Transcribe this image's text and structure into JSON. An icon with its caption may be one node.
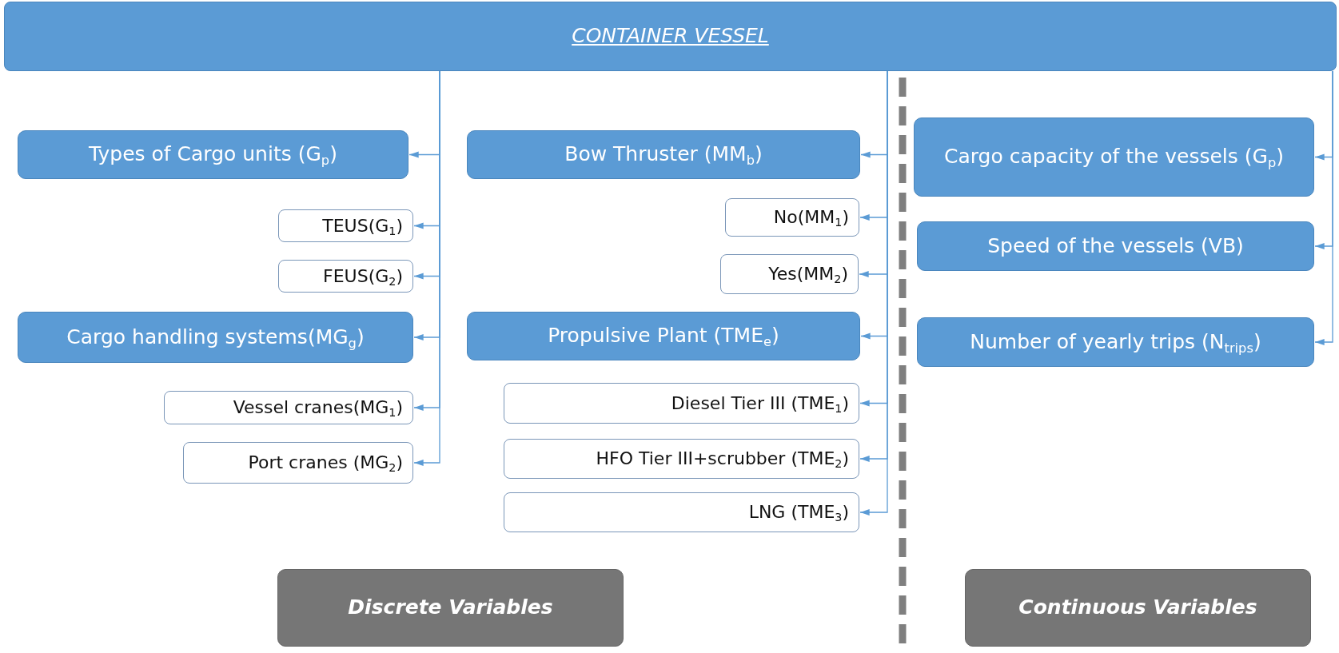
{
  "diagram": {
    "nodes": [
      {
        "text": [
          "CONTAINER VESSEL"
        ]
      },
      {
        "text": [
          "Types of Cargo units (G$_{p}$)"
        ]
      },
      {
        "text": [
          "TEUS(G$_{1}$)"
        ]
      },
      {
        "text": [
          "FEUS(G$_{2}$)"
        ]
      },
      {
        "text": [
          "Cargo handling systems(MG$_{g}$)"
        ]
      },
      {
        "text": [
          "Vessel cranes(MG$_{1}$)"
        ]
      },
      {
        "text": [
          "Port cranes (MG$_{2}$)"
        ]
      },
      {
        "text": [
          "Bow Thruster (MM$_{b}$)"
        ]
      },
      {
        "text": [
          "No(MM$_{1}$)"
        ]
      },
      {
        "text": [
          "Yes(MM$_{2}$)"
        ]
      },
      {
        "text": [
          "Propulsive Plant (TME$_{e}$)"
        ]
      },
      {
        "text": [
          "Diesel Tier III (TME$_{1}$)"
        ]
      },
      {
        "text": [
          "HFO Tier III+scrubber (TME$_{2}$)"
        ]
      },
      {
        "text": [
          "LNG (TME$_{3}$)"
        ]
      },
      {
        "text": [
          "Cargo capacity of the vessels (G$_{p}$)"
        ]
      },
      {
        "text": [
          "Speed of the vessels (VB)"
        ]
      },
      {
        "text": [
          "Number of yearly trips (N$_{trips}$)"
        ]
      },
      {
        "text": [
          "Discrete Variables"
        ]
      },
      {
        "text": [
          "Continuous Variables"
        ]
      }
    ],
    "edges": [
      {
        "from": 0,
        "to": 1,
        "arrow": "to"
      },
      {
        "from": 0,
        "to": 2,
        "arrow": "to"
      },
      {
        "from": 0,
        "to": 3,
        "arrow": "to"
      },
      {
        "from": 0,
        "to": 4,
        "arrow": "to"
      },
      {
        "from": 0,
        "to": 5,
        "arrow": "to"
      },
      {
        "from": 0,
        "to": 6,
        "arrow": "to"
      },
      {
        "from": 0,
        "to": 7,
        "arrow": "to"
      },
      {
        "from": 0,
        "to": 8,
        "arrow": "to"
      },
      {
        "from": 0,
        "to": 9,
        "arrow": "to"
      },
      {
        "from": 0,
        "to": 10,
        "arrow": "to"
      },
      {
        "from": 0,
        "to": 11,
        "arrow": "to"
      },
      {
        "from": 0,
        "to": 12,
        "arrow": "to"
      },
      {
        "from": 0,
        "to": 13,
        "arrow": "to"
      },
      {
        "from": 0,
        "to": 14,
        "arrow": "to"
      },
      {
        "from": 0,
        "to": 15,
        "arrow": "to"
      },
      {
        "from": 0,
        "to": 16,
        "arrow": "to"
      }
    ]
  }
}
